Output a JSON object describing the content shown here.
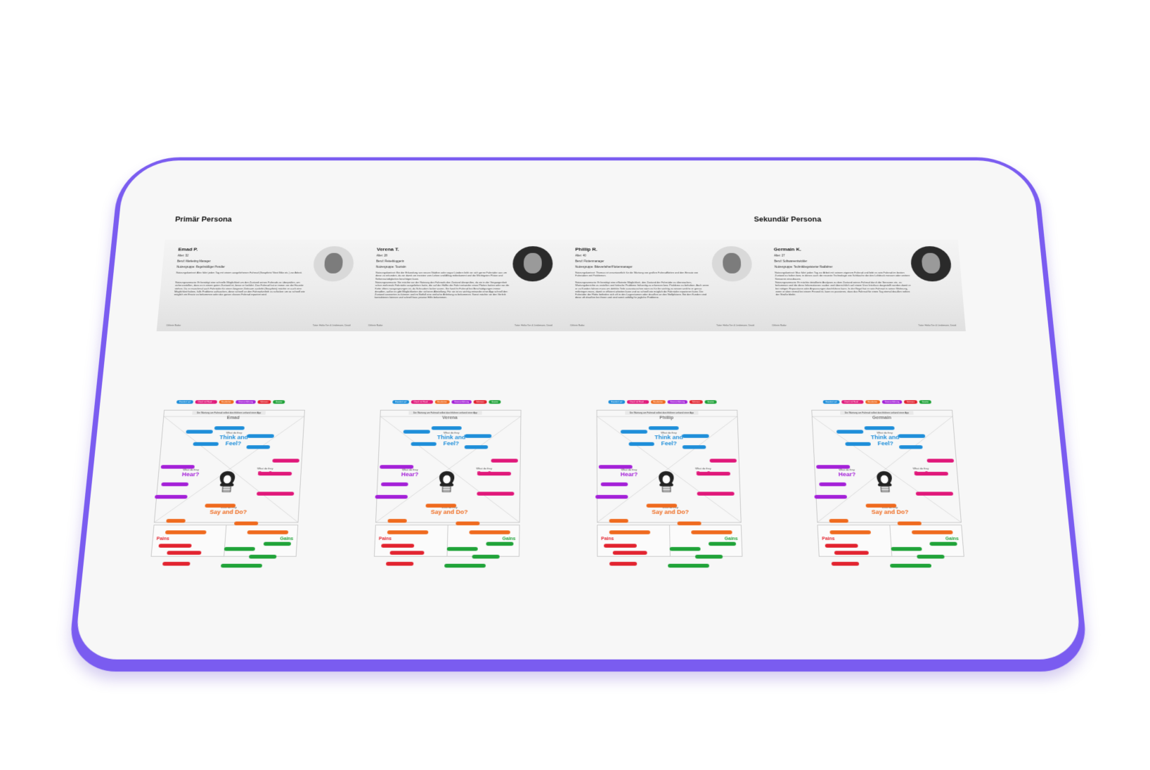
{
  "section_titles": {
    "primary": "Primär Persona",
    "secondary": "Sekundär Persona"
  },
  "colors": {
    "device": "#7a5cf0",
    "screen": "#f7f7f7",
    "blue": "#1e8ed9",
    "magenta": "#e0187a",
    "orange": "#ef6a1e",
    "purple": "#a421d8",
    "red": "#e2232f",
    "green": "#20a339"
  },
  "personas": [
    {
      "name": "Emad  P.",
      "alter": "Alter: 32",
      "beruf": "Beruf: Marketing Manager",
      "gruppe": "Nutzergruppe: Regelmäßiger Pendler",
      "kontext": "Nutzungskontext: Alex fährt jeden Tag mit einem ausgeliehenen Fahrrad (Swapfiets/ Next Bike etc.) zur Arbeit.",
      "szenario": "Nutzungsszenario: Er benötigt eine schnelle Möglichkeit um den Zustand seines Fahrrads zu überprüfen, um sicherzustellen, dass es in einem guten Zustand ist, bevor er losfährt. Das Fahrrad hat er immer vor der Haustür stehen. Da er manchmal auch Fahrräder für einen längeren Zeitraum ausleiht (Swapfiets) möchte er auch eine Möglichkeit haben, falls Probleme auftauchen, diese schnell an den Fahrradverleih zu schicken um so schnell wie möglich ein Ersatz zu bekommen oder das ganze classes Fahrrad repariert wird.",
      "foot_left": "Cihlerin Radar",
      "foot_right": "Tutor: Heiko Ton & Lindemann, David",
      "avatar": "light"
    },
    {
      "name": "Verena T.",
      "alter": "Alter: 28",
      "beruf": "Beruf: Reisebloggerin",
      "gruppe": "Nutzergruppe: Touristin",
      "kontext": "Nutzungskontext: Bei der Erkundung von neuen Städten oder sogar Ländern leiht sie sich gerne Fahrräder aus um diese zu erkunden, da sie damit am meisten vom Leben und Alltag mitbekommt und die Wichtigsten Plätze und Sehenswürdigkeiten beschtigen kann.",
      "szenario": "Nutzungsszenario: Sie möchte vor der Nutzung des Fahrrads den Zustand überprüfen, da sie in der Vergangenheit schon mehrmals Fahrräder ausgeliehen hatte, die auf der Hälfte der Fahrt entweder einen Platten hatten oder wo die Kette öfters rausgesprungen ist, da Schrauben locker waren. Sie fand ihr Fahrrad bei Beschädigungen immer dreadlen, außer es gibt Möglichkeiten der sicheren Abstellung. Für sie ist es wichtig entweder einer App schnell den Zustand auswerten zu können und im Notfall eine einfache Anleitung zu bekommen. Sonst möchte sie den Verleih kontaktieren können und schnell bzw. präzise Hilfe bekommen.",
      "foot_left": "Cihlerin Radar",
      "foot_right": "Tutor: Heiko Ton & Lindemann, David",
      "avatar": "dark"
    },
    {
      "name": "Phillip R.",
      "alter": "Alter: 40",
      "beruf": "Beruf: Flottenmanager",
      "gruppe": "Nutzergruppe: Bikeverleiher/Flottenmanager",
      "kontext": "Nutzungskontext: Thomas ist verantwortlich für die Wartung von großen Fahrradflotten und den Einsatz von Fahrrädern mit Problemen.",
      "szenario": "Nutzungsszenario: Er benötigt eine effiziente Möglichkeit, den Zustand der Fahrräder zu überwachen, Wartungsberichte zu erstellen und kritische Probleme frühzeitig zu erkennen bzw. Probleme zu beheben. Auch wenn er zu Kunden fahren muss um defekte Teile auszutauschen wäre es für ihn wichtig zu wissen welche er genau mitbringen muss, damit er effizient arbeiten kann und so schnell wie möglich die Fahrräder reparieren kann. Die Fahrräder der Flotte befinden sich oft in den Lagerräumen oder draußen an den Stellplätzen. Bei den Kunden sind diese oft draußen bei ihnen und sind somit anfällig für jegliche Probleme.",
      "foot_left": "Cihlerin Radar",
      "foot_right": "Tutor: Heiko Ton & Lindemann, David",
      "avatar": "light"
    },
    {
      "name": "Germain K.",
      "alter": "Alter: 27",
      "beruf": "Beruf: Softwareentwickler",
      "gruppe": "Nutzergruppe: Technikbegeisterter Radfahrer",
      "kontext": "Nutzungskontext: Max fährt jeden Tag zur Arbeit mit seinem eigenem Fahrrad und liebt es sein Fahrrad im besten Zustand zu halten bzw. in dieses auch die neueste Technologie wie Schläuche die den Luftdruck messen oder weitere Sensoren einzubauen.",
      "szenario": "Nutzungsszenario: Er möchte detaillierte Analysen zu dem Zustand seines Fahrrad durch die Sensoren etc. zu bekommen und die diese Informationen sauber und übersichtlich auf einem User Interface dargestellt werden damit er bei nötigen Reparaturen oder Anpassungen durchführen kann. In der Regel hat er sein Fahrrad in seiner Wohnung, wenn er aber einmal bei einem Freund ist, kann es passieren, dass das Fahrrad für einen Tag einmal draußen neben der Straße bleibt.",
      "foot_left": "Cihlerin Radar",
      "foot_right": "Tutor: Heiko Ton & Lindemann, David",
      "avatar": "dark"
    }
  ],
  "legend": [
    "Erweitert auf",
    "Check mit Hand ...",
    "Bearbeiten",
    "Sinneserfahrung",
    "Schmerz",
    "Gewinn"
  ],
  "maps": [
    {
      "topic": "Die Wartung am Fahrrad selbst durchführen anhand einer App",
      "name": "Emad",
      "think": "Think and Feel?",
      "hear": "Hear?",
      "see": "See?",
      "say": "Say and Do?",
      "q": "What do they",
      "pains": "Pains",
      "gains": "Gains"
    },
    {
      "topic": "Die Wartung am Fahrrad selbst durchführen anhand einer App",
      "name": "Verena",
      "think": "Think and Feel?",
      "hear": "Hear?",
      "see": "See?",
      "say": "Say and Do?",
      "q": "What do they",
      "pains": "Pains",
      "gains": "Gains"
    },
    {
      "topic": "Die Wartung am Fahrrad selbst durchführen anhand einer App",
      "name": "Phillip",
      "think": "Think and Feel?",
      "hear": "Hear?",
      "see": "See?",
      "say": "Say and Do?",
      "q": "What do they",
      "pains": "Pains",
      "gains": "Gains"
    },
    {
      "topic": "Die Wartung am Fahrrad selbst durchführen anhand einer App",
      "name": "Germain",
      "think": "Think and Feel?",
      "hear": "Hear?",
      "see": "See?",
      "say": "Say and Do?",
      "q": "What do they",
      "pains": "Pains",
      "gains": "Gains"
    }
  ]
}
